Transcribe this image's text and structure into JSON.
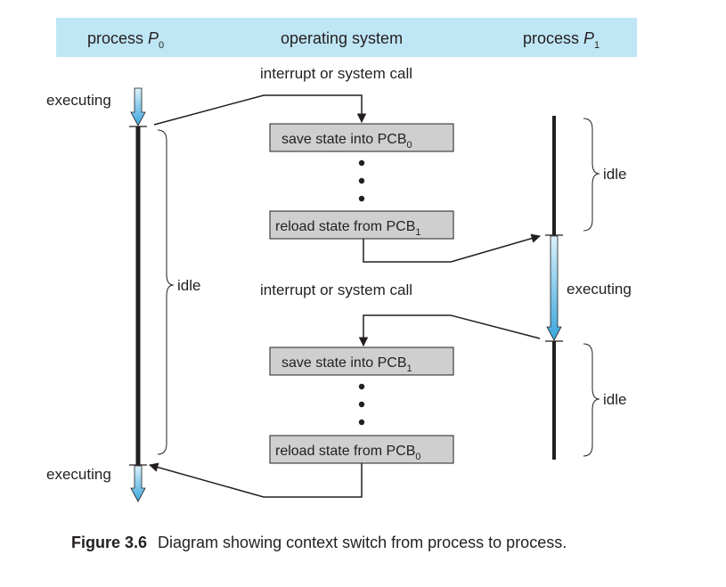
{
  "header": {
    "process0": {
      "label": "process ",
      "symbol": "P",
      "sub": "0"
    },
    "os": "operating system",
    "process1": {
      "label": "process ",
      "symbol": "P",
      "sub": "1"
    }
  },
  "labels": {
    "interrupt_top": "interrupt or system call",
    "interrupt_mid": "interrupt or system call",
    "executing_p0_top": "executing",
    "executing_p0_bottom": "executing",
    "executing_p1": "executing",
    "idle_p0": "idle",
    "idle_p1_top": "idle",
    "idle_p1_bottom": "idle"
  },
  "boxes": {
    "save0": {
      "text": "save state into PCB",
      "sub": "0"
    },
    "reload1": {
      "text": "reload state from PCB",
      "sub": "1"
    },
    "save1": {
      "text": "save state into PCB",
      "sub": "1"
    },
    "reload0": {
      "text": "reload state from PCB",
      "sub": "0"
    }
  },
  "caption": {
    "figure": "Figure 3.6",
    "text": "Diagram showing context switch from process to process."
  },
  "colors": {
    "header_band": "#bfe6f5",
    "box_fill": "#cfcfcf",
    "line": "#231f20",
    "exec_arrow_light": "#d8f0fb",
    "exec_arrow_dark": "#3aa6dc"
  }
}
